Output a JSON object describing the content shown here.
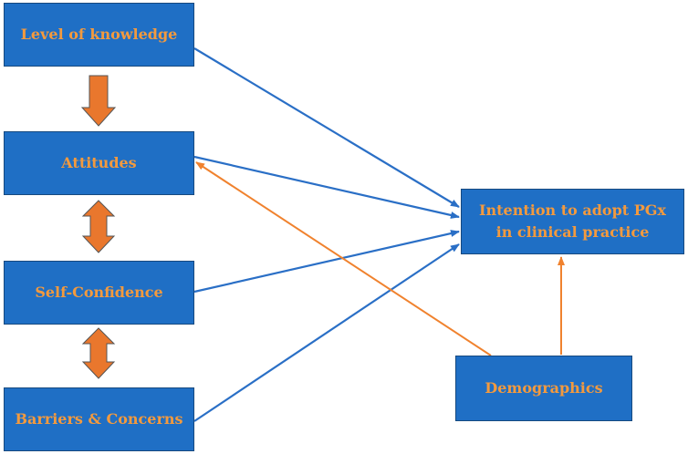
{
  "nodes": {
    "knowledge": "Level of knowledge",
    "attitudes": "Attitudes",
    "self_confidence": "Self-Confidence",
    "barriers": "Barriers & Concerns",
    "intention_line1": "Intention to adopt PGx",
    "intention_line2": "in clinical practice",
    "demographics": "Demographics"
  },
  "edges": [
    {
      "from": "knowledge",
      "to": "attitudes",
      "style": "block-arrow"
    },
    {
      "from": "attitudes",
      "to": "self_confidence",
      "style": "double-block-arrow"
    },
    {
      "from": "self_confidence",
      "to": "barriers",
      "style": "double-block-arrow"
    },
    {
      "from": "knowledge",
      "to": "intention",
      "style": "line-arrow"
    },
    {
      "from": "attitudes",
      "to": "intention",
      "style": "line-arrow"
    },
    {
      "from": "self_confidence",
      "to": "intention",
      "style": "line-arrow"
    },
    {
      "from": "barriers",
      "to": "intention",
      "style": "line-arrow"
    },
    {
      "from": "demographics",
      "to": "attitudes",
      "style": "line-arrow"
    },
    {
      "from": "demographics",
      "to": "intention",
      "style": "line-arrow"
    }
  ],
  "colors": {
    "box_fill": "#1f6fc5",
    "box_text": "#f39a3e",
    "blue_arrow": "#2a6fc6",
    "orange_arrow": "#f0822e",
    "block_arrow_fill": "#e9772d",
    "block_arrow_stroke": "#555555"
  }
}
